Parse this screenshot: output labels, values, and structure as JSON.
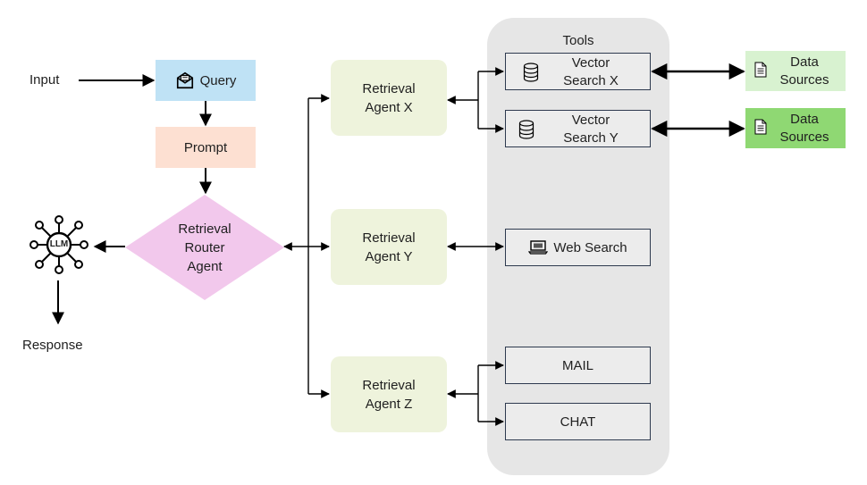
{
  "input": {
    "label": "Input"
  },
  "query": {
    "label": "Query",
    "icon": "envelope-icon",
    "color": "#bfe2f5"
  },
  "prompt": {
    "label": "Prompt",
    "color": "#fde0d2"
  },
  "router": {
    "line1": "Retrieval",
    "line2": "Router",
    "line3": "Agent",
    "color": "#f2c8ec"
  },
  "llm": {
    "label": "LLM",
    "icon": "llm-network-icon"
  },
  "response": {
    "label": "Response"
  },
  "agents": {
    "x": {
      "line1": "Retrieval",
      "line2": "Agent X"
    },
    "y": {
      "line1": "Retrieval",
      "line2": "Agent Y"
    },
    "z": {
      "line1": "Retrieval",
      "line2": "Agent Z"
    },
    "color": "#eef3dc"
  },
  "tools": {
    "title": "Tools",
    "vector_x": {
      "line1": "Vector",
      "line2": "Search X",
      "icon": "database-icon"
    },
    "vector_y": {
      "line1": "Vector",
      "line2": "Search Y",
      "icon": "database-icon"
    },
    "web": {
      "label": "Web Search",
      "icon": "laptop-icon"
    },
    "mail": {
      "label": "MAIL"
    },
    "chat": {
      "label": "CHAT"
    }
  },
  "data_sources": {
    "a": {
      "line1": "Data",
      "line2": "Sources",
      "icon": "document-icon",
      "color": "#d8f2d0"
    },
    "b": {
      "line1": "Data",
      "line2": "Sources",
      "icon": "document-icon",
      "color": "#8fd873"
    }
  }
}
